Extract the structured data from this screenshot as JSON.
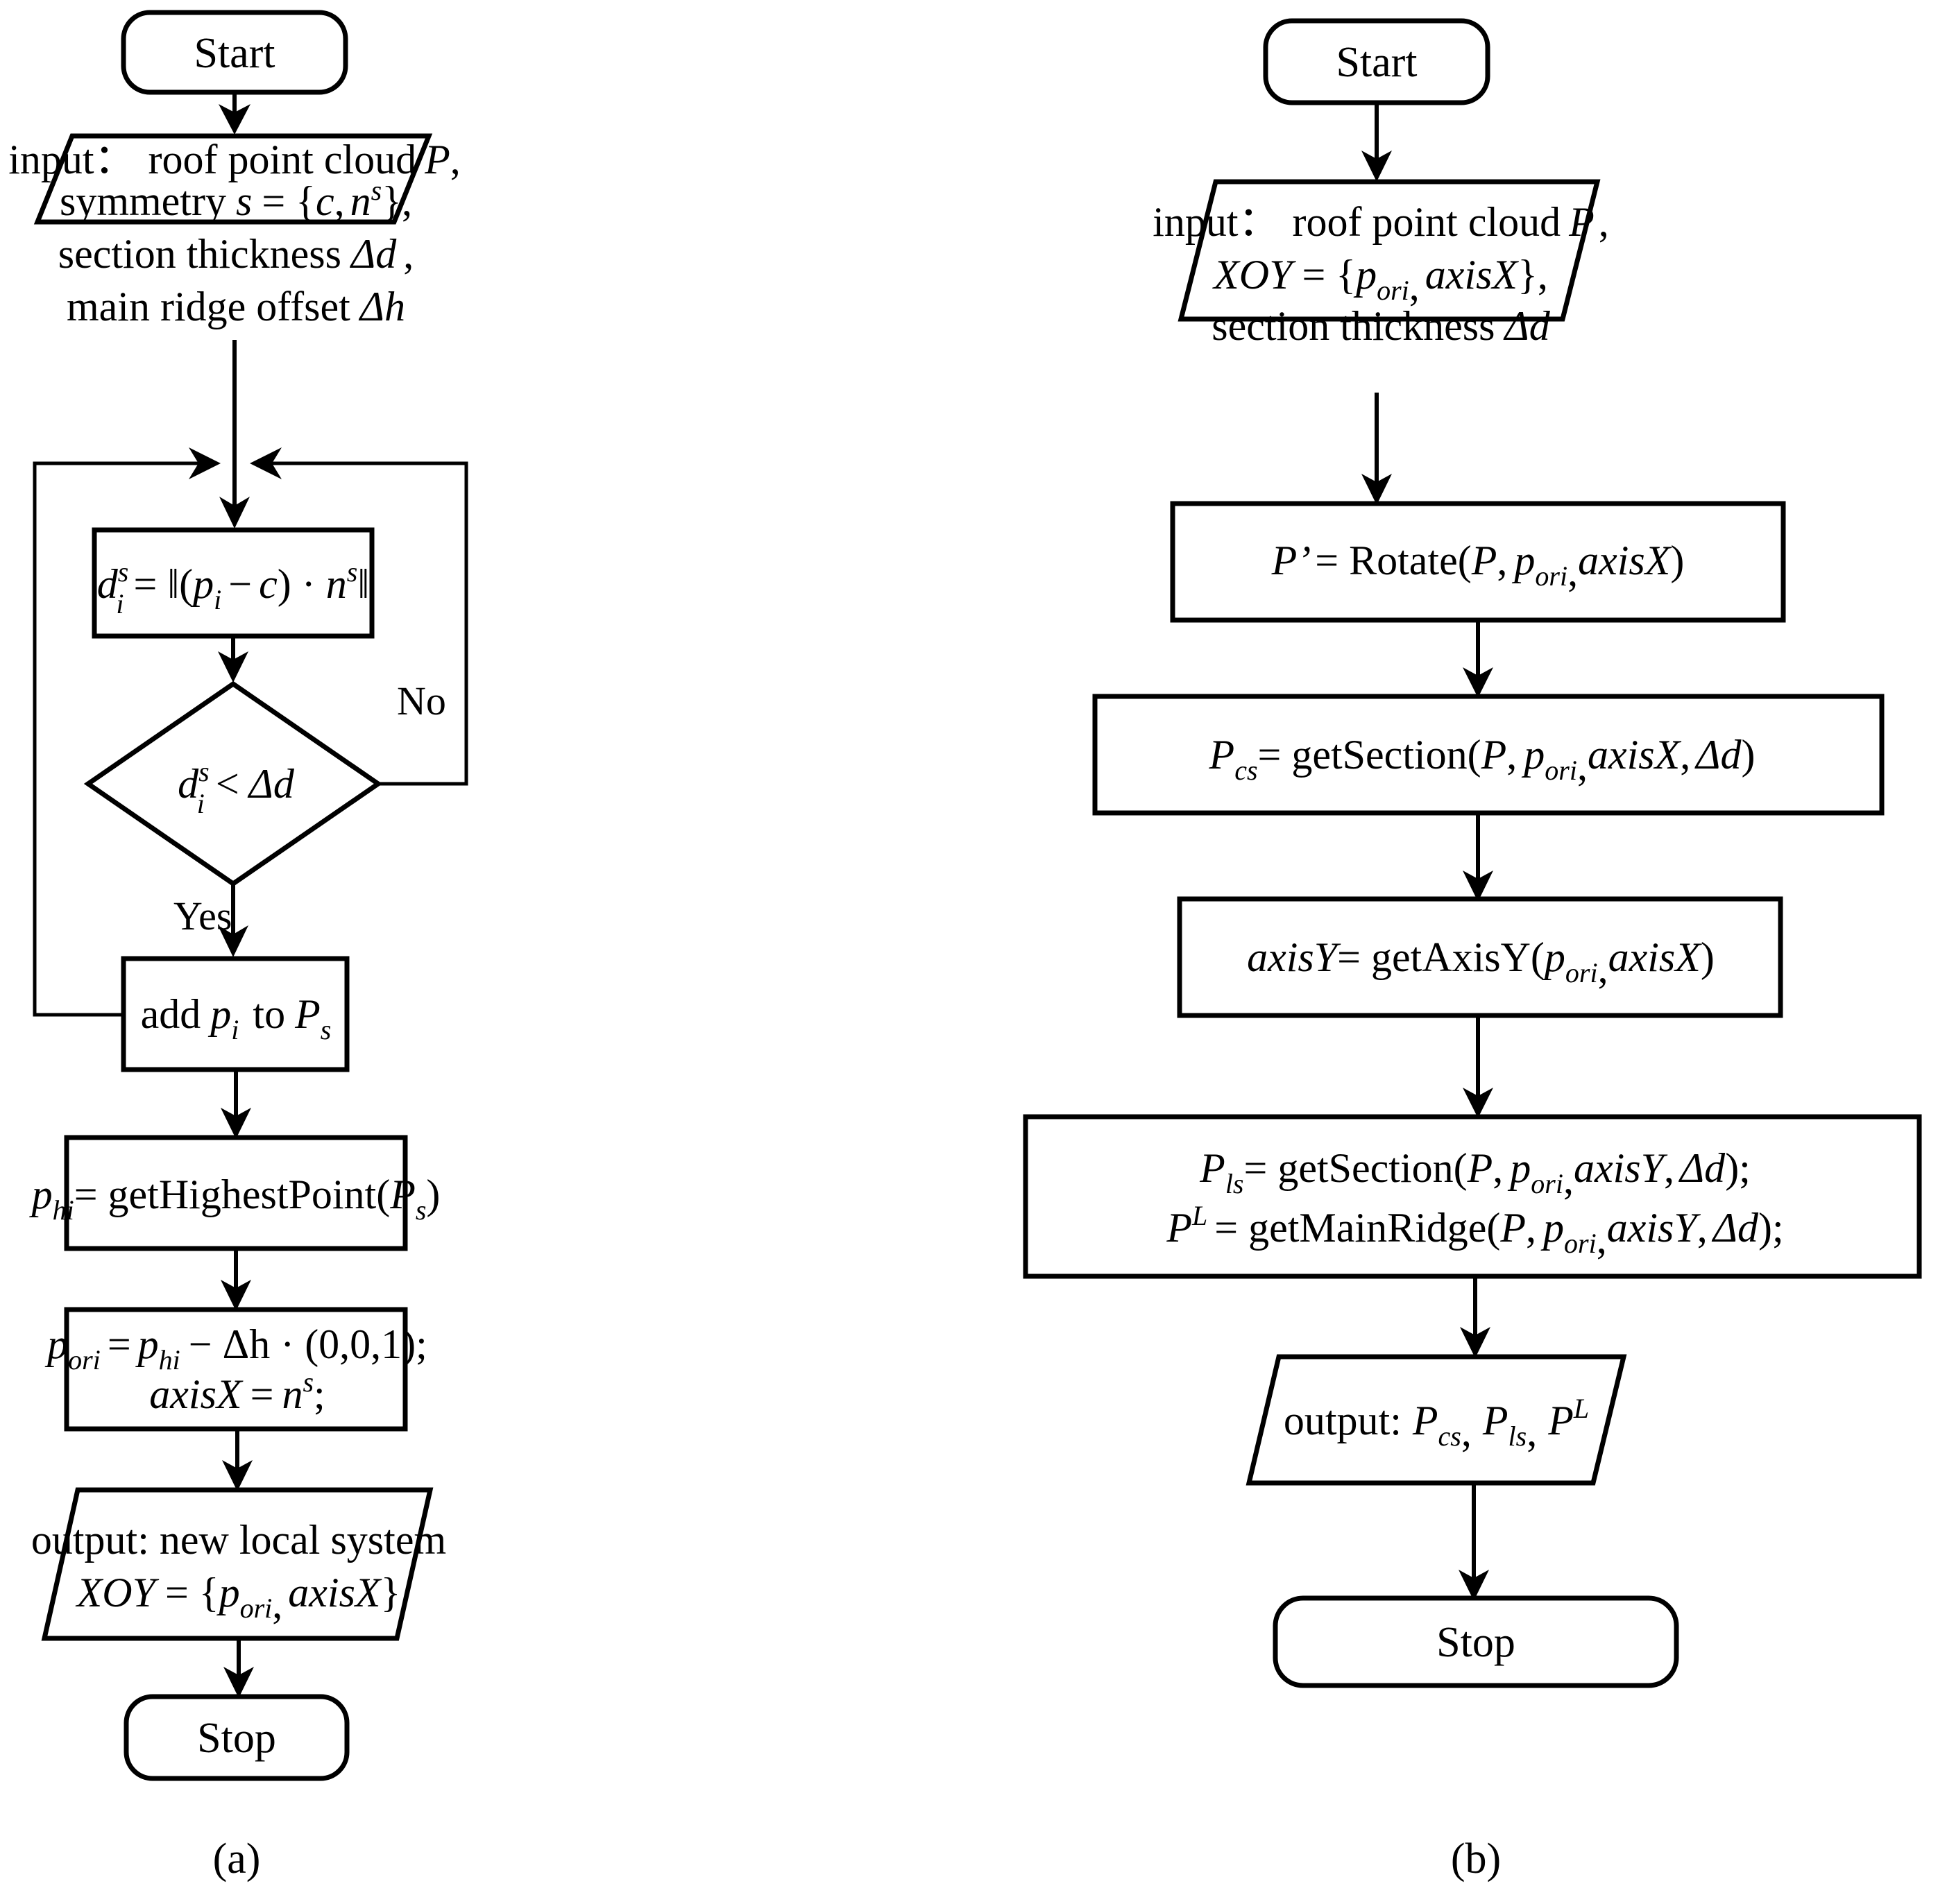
{
  "figure": {
    "type": "flowchart",
    "panels": [
      {
        "caption": "(a)",
        "title": "local coordinate system construction from symmetry",
        "nodes": [
          {
            "id": "a-start",
            "shape": "terminator",
            "text": "Start"
          },
          {
            "id": "a-input",
            "shape": "parallelogram",
            "lines": [
              "input：  roof point cloud P,",
              "symmetry s = {c, nˢ},",
              "section thickness Δd ,",
              "main ridge offset Δh"
            ]
          },
          {
            "id": "a-proc1",
            "shape": "process",
            "lines": [
              "dᵢˢ = ‖(pᵢ − c) · nˢ‖"
            ]
          },
          {
            "id": "a-decision",
            "shape": "decision",
            "lines": [
              "dᵢˢ < Δd"
            ]
          },
          {
            "id": "a-proc2",
            "shape": "process",
            "lines": [
              "add pᵢ  to Pₛ"
            ]
          },
          {
            "id": "a-proc3",
            "shape": "process",
            "lines": [
              "pₕᵢ= getHighestPoint(Pₛ)"
            ]
          },
          {
            "id": "a-proc4",
            "shape": "process",
            "lines": [
              "pₒᵣᵢ = pₕᵢ − Δh · (0,0,1);",
              "axisX = nˢ;"
            ]
          },
          {
            "id": "a-output",
            "shape": "parallelogram",
            "lines": [
              "output: new local system",
              "XOY = {pₒᵣᵢ, axisX}"
            ]
          },
          {
            "id": "a-stop",
            "shape": "terminator",
            "text": "Stop"
          }
        ],
        "edge_labels": {
          "no": "No",
          "yes": "Yes"
        }
      },
      {
        "caption": "(b)",
        "title": "cross-section and main-ridge extraction",
        "nodes": [
          {
            "id": "b-start",
            "shape": "terminator",
            "text": "Start"
          },
          {
            "id": "b-input",
            "shape": "parallelogram",
            "lines": [
              "input：  roof point cloud P,",
              "XOY = {pₒᵣᵢ, axisX},",
              "section thickness Δd"
            ]
          },
          {
            "id": "b-proc1",
            "shape": "process",
            "lines": [
              "P’= Rotate(P, pₒᵣᵢ,axisX)"
            ]
          },
          {
            "id": "b-proc2",
            "shape": "process",
            "lines": [
              "Pᴄₛ= getSection(P, pₒᵣᵢ,axisX, Δd)"
            ]
          },
          {
            "id": "b-proc3",
            "shape": "process",
            "lines": [
              "axisY= getAxisY(pₒᵣᵢ,axisX)"
            ]
          },
          {
            "id": "b-proc4",
            "shape": "process",
            "lines": [
              "Pₗₛ= getSection(P, pₒᵣᵢ,axisY, Δd);",
              "Pᴸ = getMainRidge(P, pₒᵣᵢ,axisY, Δd);"
            ]
          },
          {
            "id": "b-output",
            "shape": "parallelogram",
            "lines": [
              "output: Pᴄₛ, Pₗₛ, Pᴸ"
            ]
          },
          {
            "id": "b-stop",
            "shape": "terminator",
            "text": "Stop"
          }
        ]
      }
    ],
    "colors": {
      "stroke": "#000000",
      "fill": "#ffffff",
      "text": "#000000"
    }
  },
  "text": {
    "start": "Start",
    "stop": "Stop",
    "yes": "Yes",
    "no": "No",
    "caption_a": "(a)",
    "caption_b": "(b)",
    "a_input_l1_pre": "input",
    "a_input_l1_colon": "：",
    "a_input_l1_mid": "roof point cloud",
    "a_input_l1_var": "P",
    "a_input_l1_end": ",",
    "a_input_l2_pre": "symmetry",
    "a_input_l2_s": "s",
    "a_input_l2_eq": "= {",
    "a_input_l2_c": "c",
    "a_input_l2_comma": ",",
    "a_input_l2_n": "n",
    "a_input_l2_nsup": "s",
    "a_input_l2_end": "},",
    "a_input_l3_pre": "section thickness",
    "a_input_l3_d": "Δd",
    "a_input_l3_end": ",",
    "a_input_l4_pre": "main ridge offset",
    "a_input_l4_h": "Δh",
    "a_proc1_d": "d",
    "a_proc1_sub": "i",
    "a_proc1_sup": "s",
    "a_proc1_rest": "= ‖(",
    "a_proc1_p": "p",
    "a_proc1_psub": "i",
    "a_proc1_minus": "−",
    "a_proc1_c": "c",
    "a_proc1_dot": ") · ",
    "a_proc1_n": "n",
    "a_proc1_nsup": "s",
    "a_proc1_bars": "‖",
    "a_dec_d": "d",
    "a_dec_sub": "i",
    "a_dec_sup": "s",
    "a_dec_lt": "<",
    "a_dec_dd": "Δd",
    "a_proc2_add": "add",
    "a_proc2_p": "p",
    "a_proc2_psub": "i",
    "a_proc2_to": "to",
    "a_proc2_P": "P",
    "a_proc2_Psub": "s",
    "a_proc3_p": "p",
    "a_proc3_sub": "hi",
    "a_proc3_fn": "= getHighestPoint(",
    "a_proc3_P": "P",
    "a_proc3_Psub": "s",
    "a_proc3_close": ")",
    "a_proc4_l1_p": "p",
    "a_proc4_l1_sub": "ori",
    "a_proc4_l1_eq": "=",
    "a_proc4_l1_p2": "p",
    "a_proc4_l1_sub2": "hi",
    "a_proc4_l1_rest": "− Δh · (0,0,1);",
    "a_proc4_l2": "axisX",
    "a_proc4_l2_eq": "=",
    "a_proc4_l2_n": "n",
    "a_proc4_l2_sup": "s",
    "a_proc4_l2_end": ";",
    "a_out_l1": "output: new local system",
    "a_out_l2_XOY": "XOY",
    "a_out_l2_eq": "= {",
    "a_out_l2_p": "p",
    "a_out_l2_psub": "ori",
    "a_out_l2_comma": ",",
    "a_out_l2_axisX": "axisX",
    "a_out_l2_end": "}",
    "b_input_l1_pre": "input",
    "b_input_l1_colon": "：",
    "b_input_l1_mid": "roof point cloud",
    "b_input_l1_var": "P",
    "b_input_l1_end": ",",
    "b_input_l2_XOY": "XOY",
    "b_input_l2_eq": "= {",
    "b_input_l2_p": "p",
    "b_input_l2_psub": "ori",
    "b_input_l2_comma": ",",
    "b_input_l2_axisX": "axisX",
    "b_input_l2_end": "},",
    "b_input_l3_pre": "section thickness",
    "b_input_l3_d": "Δd",
    "b_proc1_P": "P’",
    "b_proc1_fn": "= Rotate(",
    "b_proc1_Pa": "P",
    "b_proc1_comma1": ",",
    "b_proc1_p": "p",
    "b_proc1_psub": "ori",
    "b_proc1_comma2": ",",
    "b_proc1_axisX": "axisX",
    "b_proc1_close": ")",
    "b_proc2_P": "P",
    "b_proc2_Psub": "cs",
    "b_proc2_fn": "= getSection(",
    "b_proc2_Pa": "P",
    "b_proc2_comma1": ",",
    "b_proc2_p": "p",
    "b_proc2_psub": "ori",
    "b_proc2_comma2": ",",
    "b_proc2_axisX": "axisX",
    "b_proc2_comma3": ",",
    "b_proc2_dd": "Δd",
    "b_proc2_close": ")",
    "b_proc3_axisY": "axisY",
    "b_proc3_fn": "= getAxisY(",
    "b_proc3_p": "p",
    "b_proc3_psub": "ori",
    "b_proc3_comma": ",",
    "b_proc3_axisX": "axisX",
    "b_proc3_close": ")",
    "b_proc4_l1_P": "P",
    "b_proc4_l1_Psub": "ls",
    "b_proc4_l1_fn": "= getSection(",
    "b_proc4_l1_Pa": "P",
    "b_proc4_l1_c1": ",",
    "b_proc4_l1_p": "p",
    "b_proc4_l1_psub": "ori",
    "b_proc4_l1_c2": ",",
    "b_proc4_l1_axisY": "axisY",
    "b_proc4_l1_c3": ",",
    "b_proc4_l1_dd": "Δd",
    "b_proc4_l1_close": ");",
    "b_proc4_l2_P": "P",
    "b_proc4_l2_Psup": "L",
    "b_proc4_l2_fn": "= getMainRidge(",
    "b_proc4_l2_Pa": "P",
    "b_proc4_l2_c1": ",",
    "b_proc4_l2_p": "p",
    "b_proc4_l2_psub": "ori",
    "b_proc4_l2_c2": ",",
    "b_proc4_l2_axisY": "axisY",
    "b_proc4_l2_c3": ",",
    "b_proc4_l2_dd": "Δd",
    "b_proc4_l2_close": ");",
    "b_out_pre": "output:",
    "b_out_P1": "P",
    "b_out_P1sub": "cs",
    "b_out_c1": ",",
    "b_out_P2": "P",
    "b_out_P2sub": "ls",
    "b_out_c2": ",",
    "b_out_P3": "P",
    "b_out_P3sup": "L"
  }
}
